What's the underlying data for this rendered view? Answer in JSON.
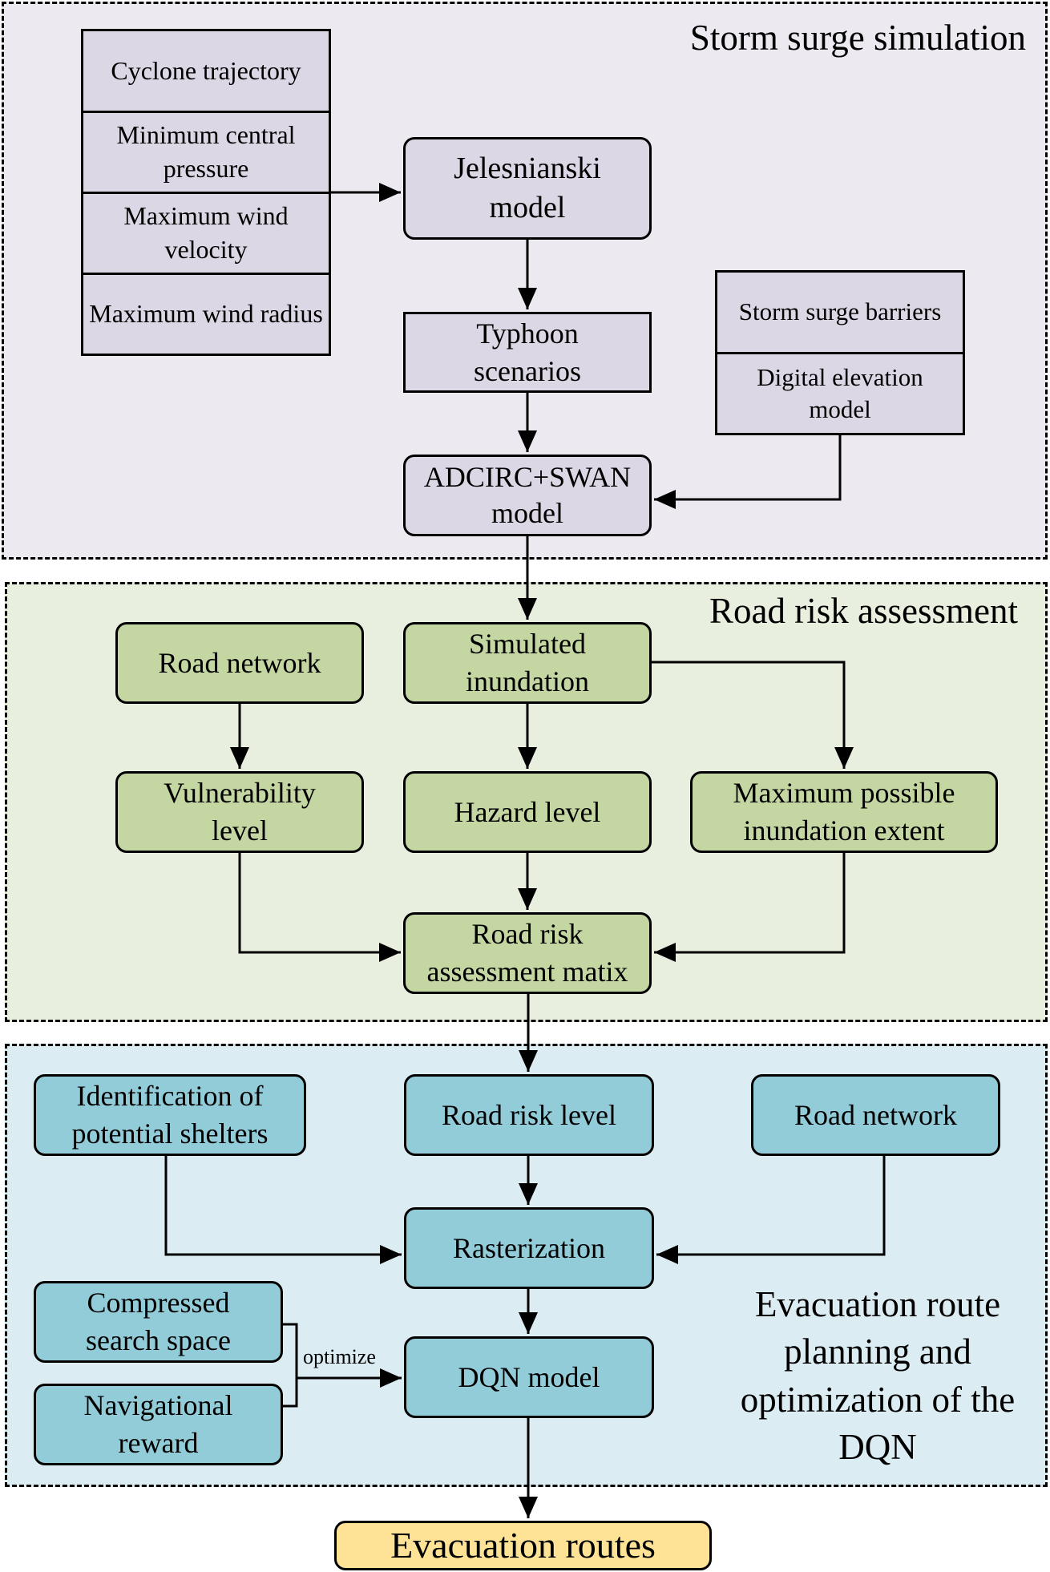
{
  "sections": {
    "storm": {
      "title": "Storm surge simulation",
      "cyclone_params": [
        "Cyclone trajectory",
        "Minimum central pressure",
        "Maximum wind velocity",
        "Maximum wind radius"
      ],
      "jelesnianski": "Jelesnianski model",
      "typhoon": "Typhoon scenarios",
      "adcirc": "ADCIRC+SWAN model",
      "terrain_inputs": [
        "Storm surge barriers",
        "Digital elevation model"
      ]
    },
    "road": {
      "title": "Road risk assessment",
      "road_network": "Road network",
      "simulated_inundation": "Simulated inundation",
      "vulnerability": "Vulnerability level",
      "hazard": "Hazard level",
      "max_extent": "Maximum possible inundation extent",
      "matrix": "Road risk assessment matix"
    },
    "evac": {
      "title": "Evacuation route planning and optimization of the DQN",
      "shelters": "Identification of potential shelters",
      "risk_level": "Road risk level",
      "road_network": "Road network",
      "rasterization": "Rasterization",
      "compressed": "Compressed search space",
      "reward": "Navigational reward",
      "optimize_label": "optimize",
      "dqn": "DQN model"
    }
  },
  "output": "Evacuation routes",
  "colors": {
    "storm_bg": "#ece9f1",
    "storm_box": "#dcd7e5",
    "road_bg": "#e8efdf",
    "road_box": "#c4d6a2",
    "evac_bg": "#dbedf3",
    "evac_box": "#93ccd9",
    "output_box": "#fee397"
  }
}
